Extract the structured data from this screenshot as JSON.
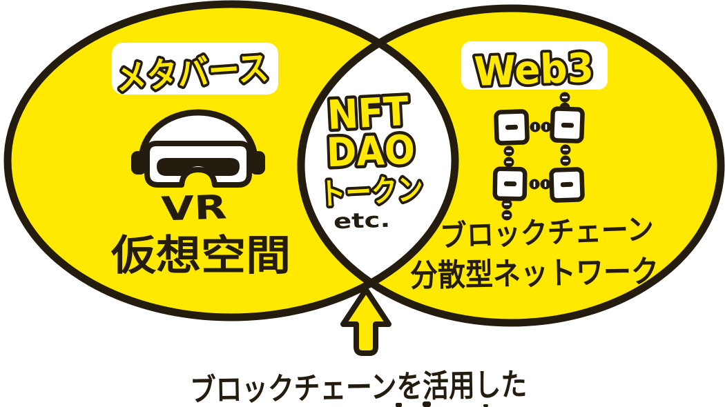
{
  "colors": {
    "yellow": "#FFE900",
    "ink": "#251C10",
    "white": "#FFFFFF",
    "bg": "#FFFFFF"
  },
  "venn": {
    "left": {
      "label": "メタバース",
      "icon": "vr-goggles-icon",
      "line1": "VR",
      "line2": "仮想空間"
    },
    "right": {
      "label": "Web3",
      "icon": "blockchain-icon",
      "line1": "ブロックチェーン",
      "line2": "分散型ネットワーク"
    },
    "overlap": {
      "line1": "NFT",
      "line2": "DAO",
      "line3": "トークン",
      "line4": "etc."
    }
  },
  "caption": {
    "arrow_icon": "up-arrow-icon",
    "line1": "ブロックチェーンを活用した"
  }
}
